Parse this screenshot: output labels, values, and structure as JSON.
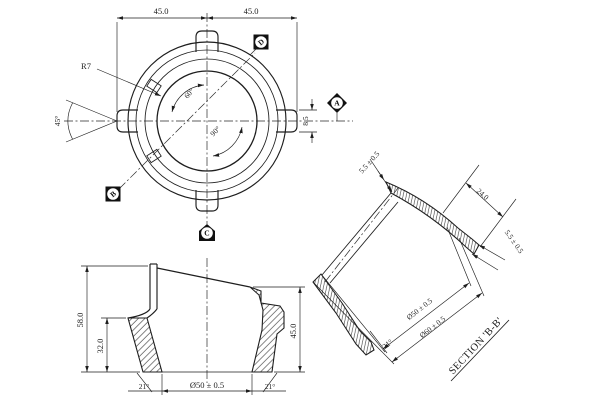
{
  "canvas": {
    "bg": "#ffffff",
    "ink": "#1e1e1e"
  },
  "top_view": {
    "dim_width_left": "45.0",
    "dim_width_right": "45.0",
    "fillet_radius": "R7",
    "tip_angle": "45°",
    "angle_upper": "60°",
    "angle_lower": "90°",
    "lug_width": "8.5",
    "datum_top_right": "D",
    "datum_right": "A",
    "datum_bottom_left": "B",
    "datum_bottom_center": "C"
  },
  "front_view": {
    "dim_height_total": "58.0",
    "dim_height_cavity": "32.0",
    "dim_height_right": "45.0",
    "dim_bore": "Ø50 ± 0.5",
    "draft_angle_left": "21°",
    "draft_angle_right": "21°"
  },
  "section_view": {
    "title": "SECTION 'B-B'",
    "dim_wall_upper": "5.5 ± 0.5",
    "dim_lug_length": "24.0",
    "dim_wall_lower": "5.5 ± 0.5",
    "dim_bore": "Ø50 ± 0.5",
    "dim_outer": "Ø60 ± 0.5",
    "draft_angle": "21°"
  }
}
